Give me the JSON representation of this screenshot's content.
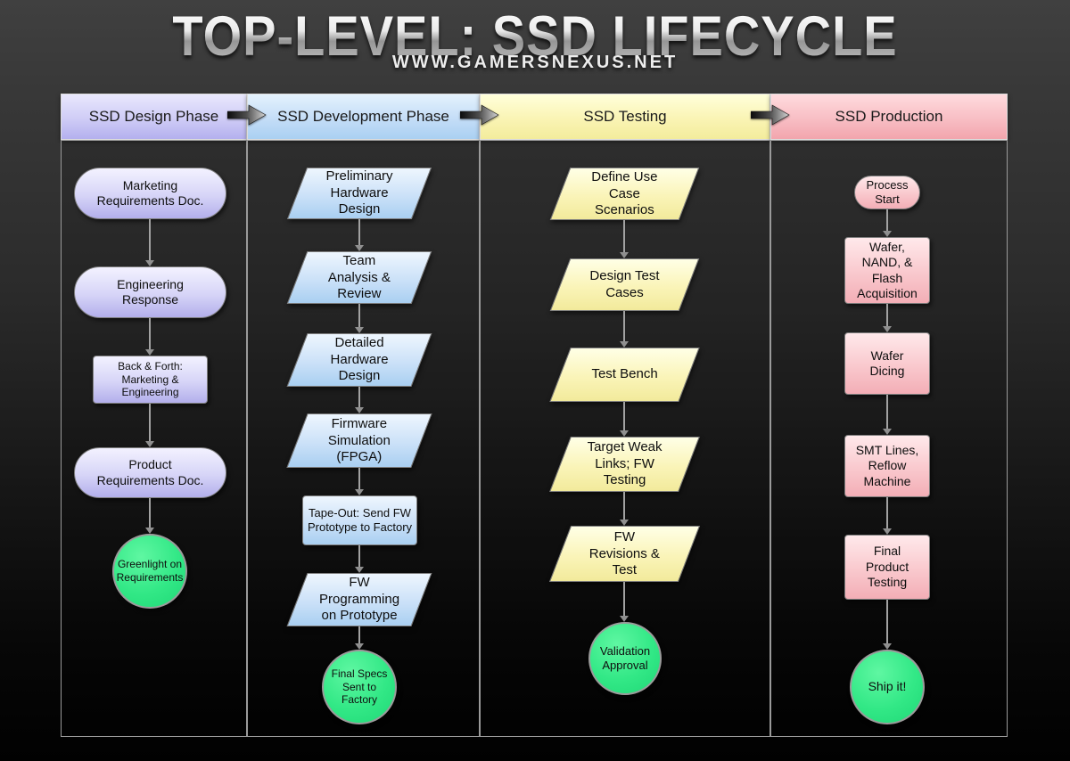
{
  "title": "TOP-LEVEL: SSD LIFECYCLE",
  "subtitle": "WWW.GAMERSNEXUS.NET",
  "colors": {
    "design_accent": "#b4b0ee",
    "development_accent": "#aad0f2",
    "testing_accent": "#f3ec9c",
    "production_accent": "#f2a5ad",
    "milestone_green": "#2ee87e",
    "background_dark": "#111111"
  },
  "icons": {
    "phase_arrow": "black-right-arrow",
    "flow_arrow": "gray-down-arrow"
  },
  "columns": [
    {
      "id": "design",
      "header": "SSD Design Phase",
      "steps": [
        {
          "shape": "stadium",
          "label": "Marketing\nRequirements Doc."
        },
        {
          "shape": "stadium",
          "label": "Engineering\nResponse"
        },
        {
          "shape": "rectangle",
          "label": "Back & Forth:\nMarketing &\nEngineering"
        },
        {
          "shape": "stadium",
          "label": "Product\nRequirements Doc."
        },
        {
          "shape": "circle",
          "label": "Greenlight on\nRequirements"
        }
      ]
    },
    {
      "id": "development",
      "header": "SSD Development Phase",
      "steps": [
        {
          "shape": "parallelogram",
          "label": "Preliminary\nHardware\nDesign"
        },
        {
          "shape": "parallelogram",
          "label": "Team\nAnalysis &\nReview"
        },
        {
          "shape": "parallelogram",
          "label": "Detailed\nHardware\nDesign"
        },
        {
          "shape": "parallelogram",
          "label": "Firmware\nSimulation\n(FPGA)"
        },
        {
          "shape": "rectangle",
          "label": "Tape-Out: Send FW\nPrototype to Factory"
        },
        {
          "shape": "parallelogram",
          "label": "FW\nProgramming\non Prototype"
        },
        {
          "shape": "circle",
          "label": "Final Specs\nSent to\nFactory"
        }
      ]
    },
    {
      "id": "testing",
      "header": "SSD Testing",
      "steps": [
        {
          "shape": "parallelogram",
          "label": "Define Use\nCase\nScenarios"
        },
        {
          "shape": "parallelogram",
          "label": "Design Test\nCases"
        },
        {
          "shape": "parallelogram",
          "label": "Test Bench"
        },
        {
          "shape": "parallelogram",
          "label": "Target Weak\nLinks; FW\nTesting"
        },
        {
          "shape": "parallelogram",
          "label": "FW\nRevisions &\nTest"
        },
        {
          "shape": "circle",
          "label": "Validation\nApproval"
        }
      ]
    },
    {
      "id": "production",
      "header": "SSD Production",
      "steps": [
        {
          "shape": "stadium",
          "label": "Process\nStart"
        },
        {
          "shape": "rectangle",
          "label": "Wafer,\nNAND, &\nFlash\nAcquisition"
        },
        {
          "shape": "rectangle",
          "label": "Wafer\nDicing"
        },
        {
          "shape": "rectangle",
          "label": "SMT Lines,\nReflow\nMachine"
        },
        {
          "shape": "rectangle",
          "label": "Final\nProduct\nTesting"
        },
        {
          "shape": "circle",
          "label": "Ship it!"
        }
      ]
    }
  ]
}
